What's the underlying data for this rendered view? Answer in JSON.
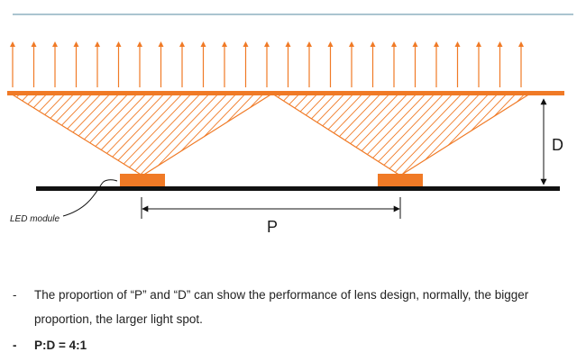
{
  "diagram": {
    "led_label": "LED module",
    "pitch_label": "P",
    "distance_label": "D",
    "colors": {
      "accent": "#f07a26",
      "board": "#111111",
      "header_rule": "#8fb1c0"
    }
  },
  "notes": [
    {
      "marker": "-",
      "text": "The proportion of “P” and “D” can show the performance of lens design, normally, the bigger proportion, the larger light spot."
    },
    {
      "marker": "-",
      "text": "P:D = 4:1"
    }
  ]
}
